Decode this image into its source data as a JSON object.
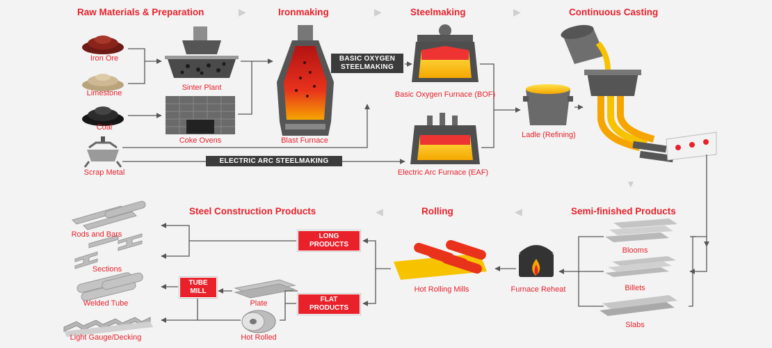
{
  "sections": {
    "raw": "Raw Materials & Preparation",
    "iron": "Ironmaking",
    "steel": "Steelmaking",
    "casting": "Continuous Casting",
    "semi": "Semi-finished Products",
    "rolling": "Rolling",
    "construction": "Steel Construction Products"
  },
  "labels": {
    "iron_ore": "Iron Ore",
    "limestone": "Limestone",
    "coal": "Coal",
    "scrap": "Scrap Metal",
    "sinter": "Sinter Plant",
    "coke": "Coke Ovens",
    "blast": "Blast Furnace",
    "bof": "Basic Oxygen Furnace (BOF)",
    "eaf": "Electric Arc Furnace (EAF)",
    "ladle": "Ladle (Refining)",
    "blooms": "Blooms",
    "billets": "Billets",
    "slabs": "Slabs",
    "furnace_reheat": "Furnace Reheat",
    "hot_rolling": "Hot Rolling Mills",
    "rods": "Rods and Bars",
    "sections": "Sections",
    "welded_tube": "Welded Tube",
    "light_gauge": "Light Gauge/Decking",
    "plate": "Plate",
    "hot_rolled": "Hot Rolled"
  },
  "boxes": {
    "bos_line1": "BASIC OXYGEN",
    "bos_line2": "STEELMAKING",
    "eas": "ELECTRIC ARC STEELMAKING",
    "long_line1": "LONG",
    "long_line2": "PRODUCTS",
    "flat_line1": "FLAT",
    "flat_line2": "PRODUCTS",
    "tube_line1": "TUBE",
    "tube_line2": "MILL"
  },
  "colors": {
    "accent": "#e8212b",
    "dark_box": "#3b3b3b",
    "molten": "#f7c200",
    "line": "#555555"
  }
}
